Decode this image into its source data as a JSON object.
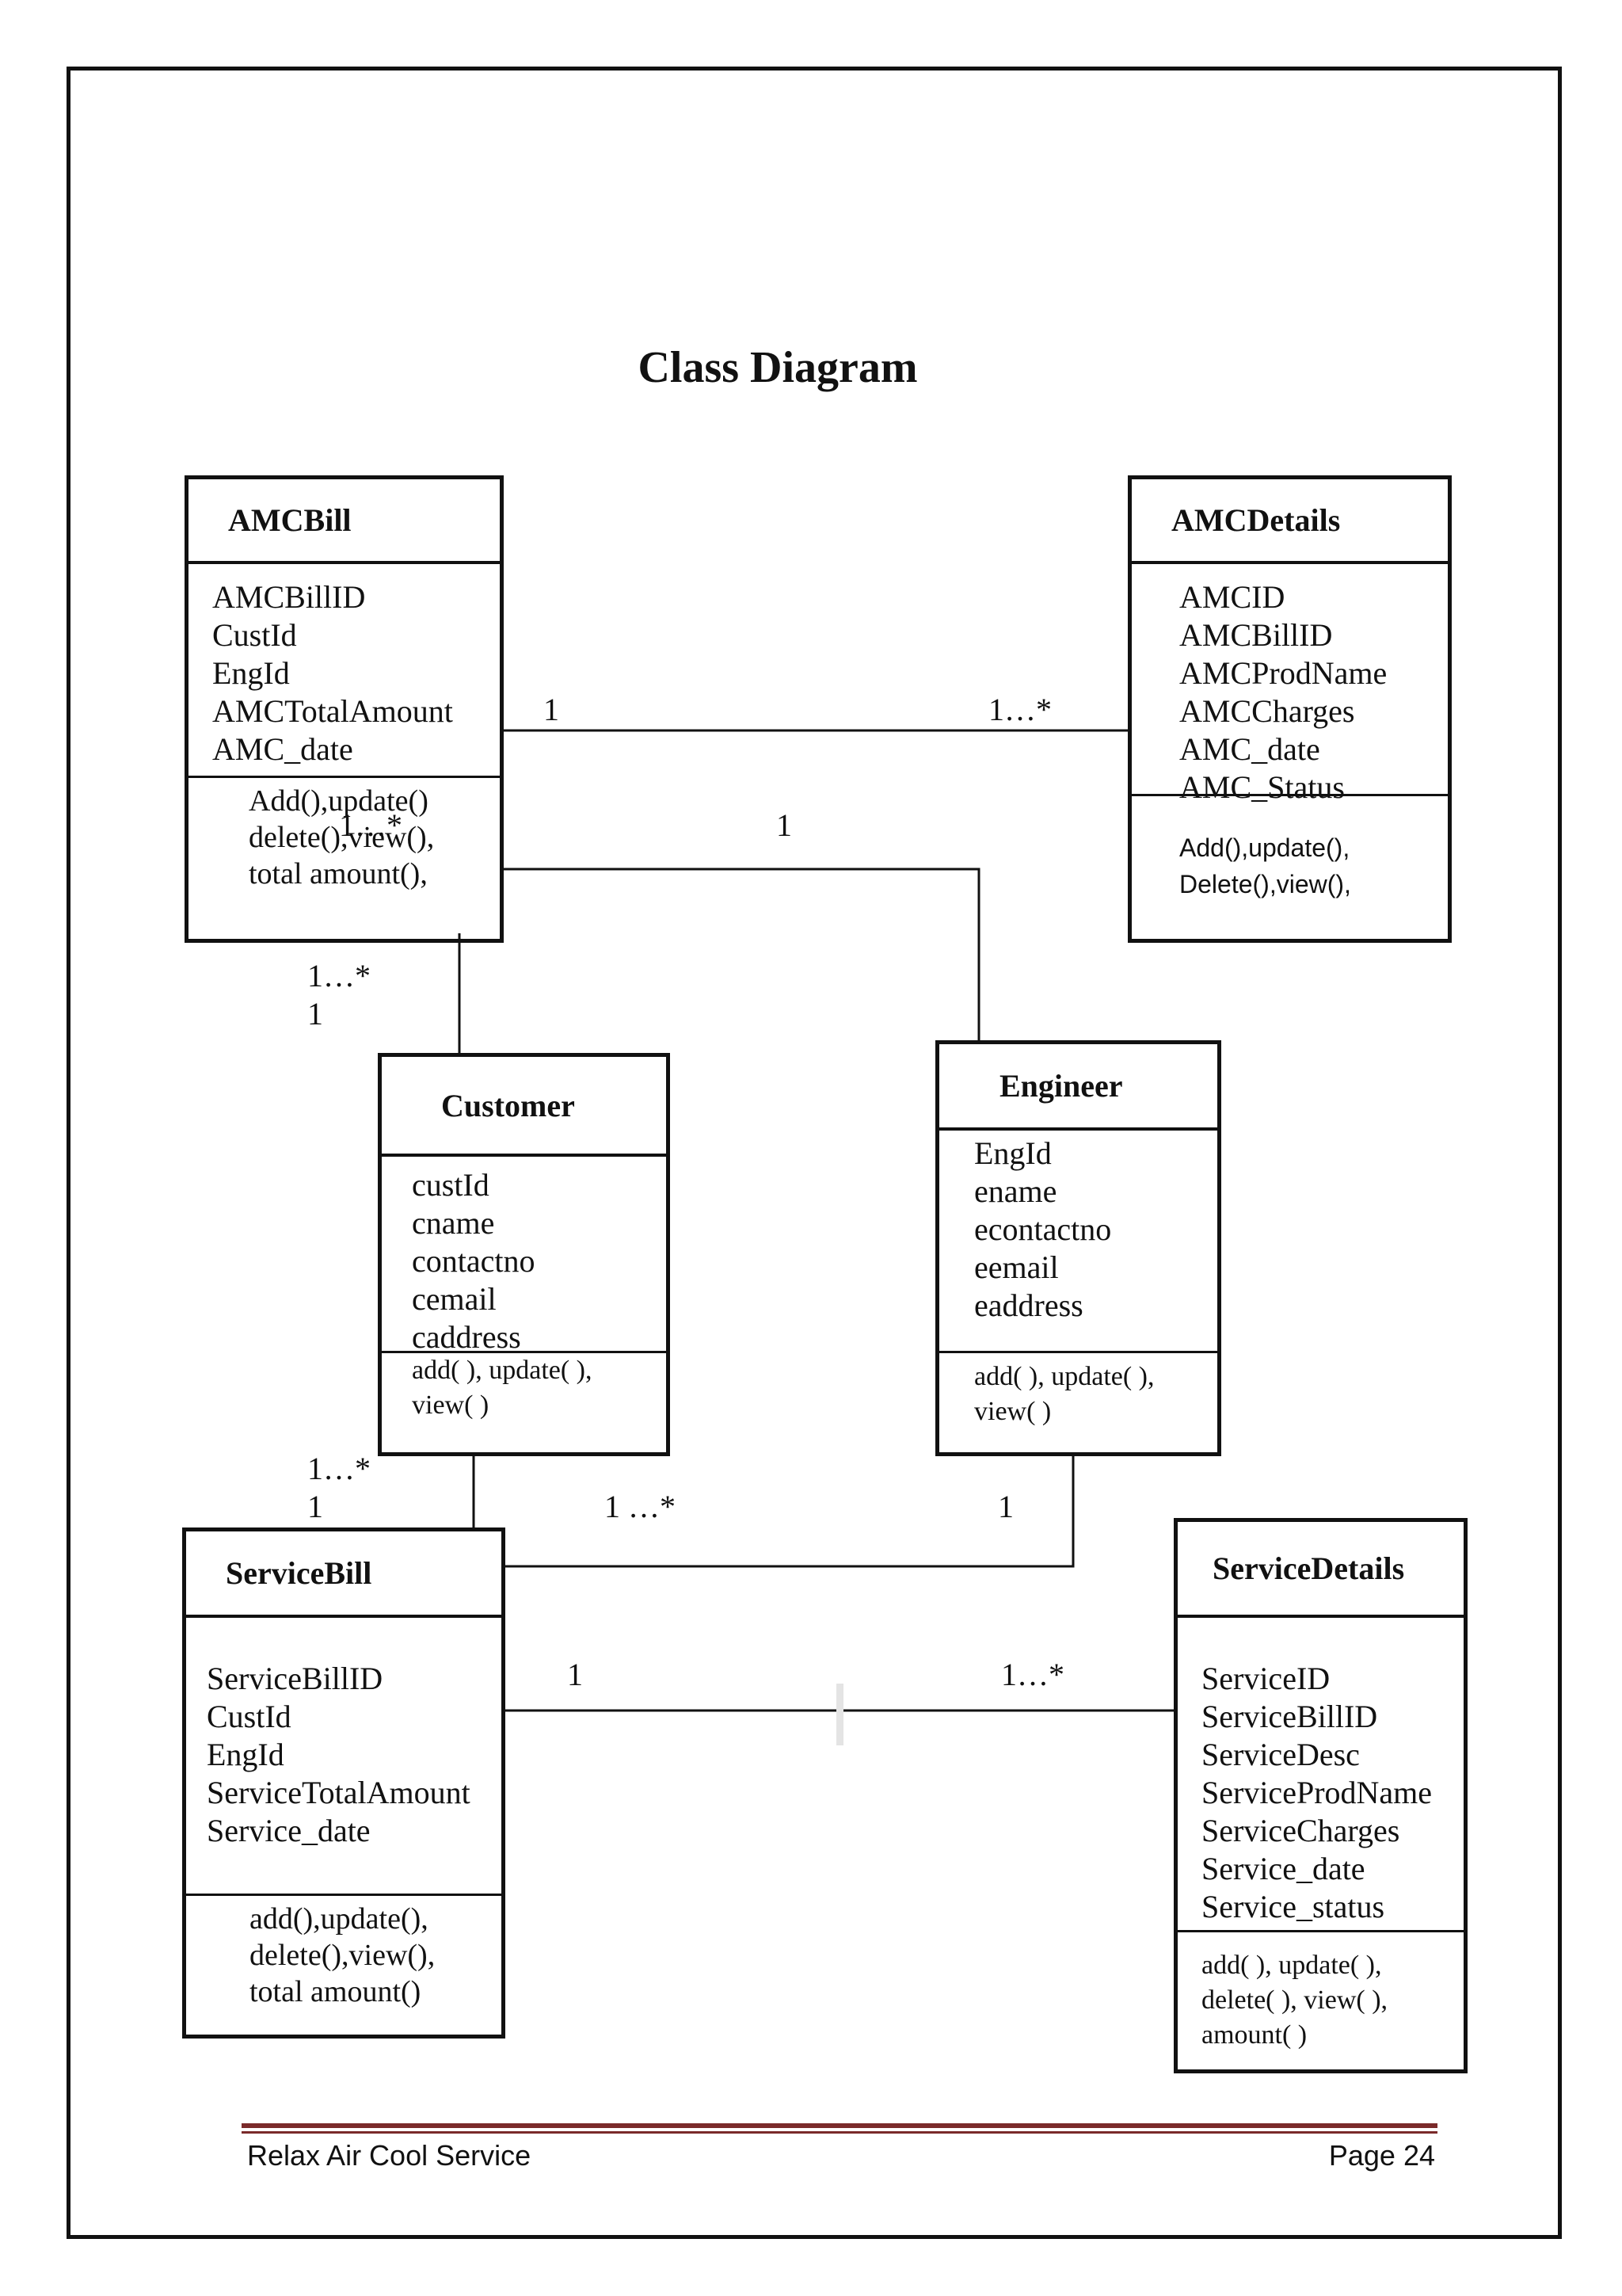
{
  "diagram": {
    "title": "Class Diagram",
    "classes": {
      "amcbill": {
        "name": "AMCBill",
        "attributes": [
          "AMCBillID",
          "CustId",
          "EngId",
          "AMCTotalAmount",
          "AMC_date"
        ],
        "methods": [
          "Add(),update()",
          "delete(),view(),",
          "total amount(),"
        ]
      },
      "amcdetails": {
        "name": "AMCDetails",
        "attributes": [
          "AMCID",
          "AMCBillID",
          "AMCProdName",
          "AMCCharges",
          "AMC_date",
          "AMC_Status"
        ],
        "methods": [
          "Add(),update(),",
          "Delete(),view(),"
        ]
      },
      "customer": {
        "name": "Customer",
        "attributes": [
          "custId",
          "cname",
          "contactno",
          "cemail",
          "caddress"
        ],
        "methods": [
          "add( ), update( ),",
          "view( )"
        ]
      },
      "engineer": {
        "name": "Engineer",
        "attributes": [
          "EngId",
          "ename",
          "econtactno",
          "eemail",
          "eaddress"
        ],
        "methods": [
          "add( ), update( ),",
          "view( )"
        ]
      },
      "servicebill": {
        "name": "ServiceBill",
        "attributes": [
          "ServiceBillID",
          "CustId",
          "EngId",
          "ServiceTotalAmount",
          "Service_date"
        ],
        "methods": [
          "add(),update(),",
          "delete(),view(),",
          "total amount()"
        ]
      },
      "servicedetails": {
        "name": "ServiceDetails",
        "attributes": [
          "ServiceID",
          "ServiceBillID",
          "ServiceDesc",
          "ServiceProdName",
          "ServiceCharges",
          "Service_date",
          "Service_status"
        ],
        "methods": [
          "add( ), update( ),",
          "delete( ), view( ),",
          "amount( )"
        ]
      }
    },
    "multiplicities": {
      "amcbill_to_amcdetails_left": "1",
      "amcbill_to_amcdetails_right": "1…*",
      "amcbill_to_engineer_top": "1",
      "amcbill_overlap": "1…*",
      "amcbill_to_customer_upper": "1…*",
      "amcbill_to_customer_lower": "1",
      "customer_to_servicebill_upper": "1…*",
      "customer_to_servicebill_lower": "1",
      "engineer_to_servicebill_left": "1 …*",
      "engineer_to_servicebill_right": "1",
      "servicebill_to_servicedetails_left": "1",
      "servicebill_to_servicedetails_right": "1…*"
    }
  },
  "footer": {
    "left": "Relax Air Cool Service",
    "right": "Page 24"
  }
}
